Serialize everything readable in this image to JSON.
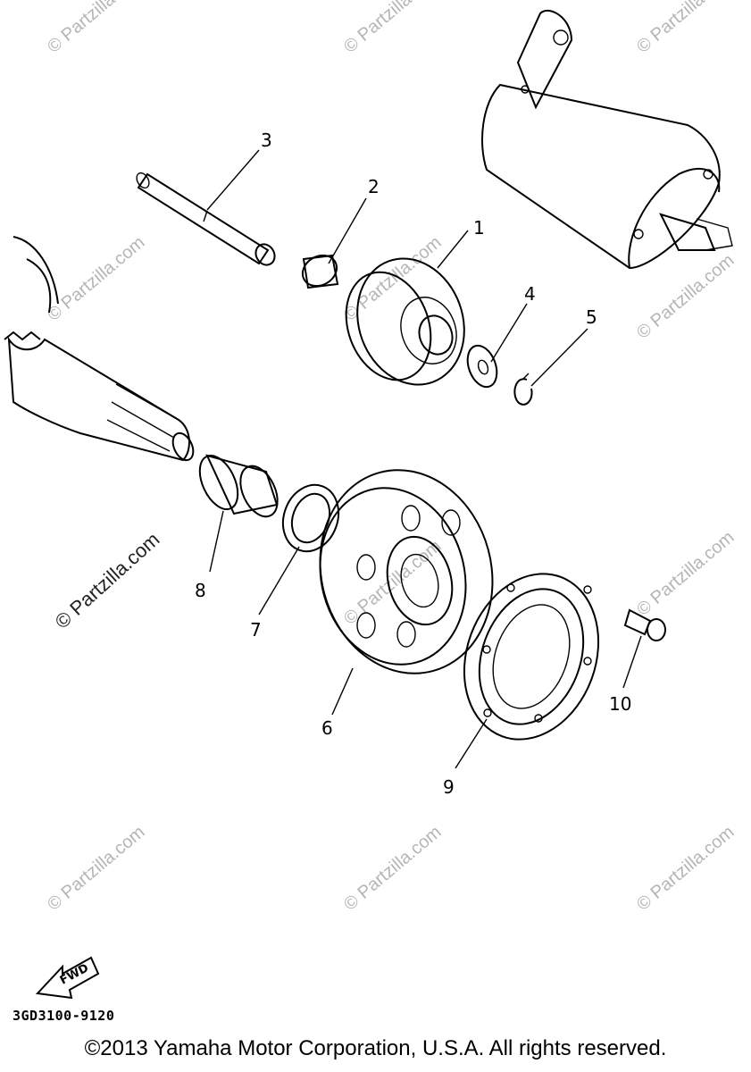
{
  "watermark": "© Partzilla.com",
  "callouts": [
    {
      "id": "1",
      "text": "1"
    },
    {
      "id": "2",
      "text": "2"
    },
    {
      "id": "3",
      "text": "3"
    },
    {
      "id": "4",
      "text": "4"
    },
    {
      "id": "5",
      "text": "5"
    },
    {
      "id": "6",
      "text": "6"
    },
    {
      "id": "7",
      "text": "7"
    },
    {
      "id": "8",
      "text": "8"
    },
    {
      "id": "9",
      "text": "9"
    },
    {
      "id": "10",
      "text": "10"
    }
  ],
  "fwd_label": "FWD",
  "part_code": "3GD3100-9120",
  "copyright": "©2013 Yamaha Motor Corporation, U.S.A. All rights reserved."
}
